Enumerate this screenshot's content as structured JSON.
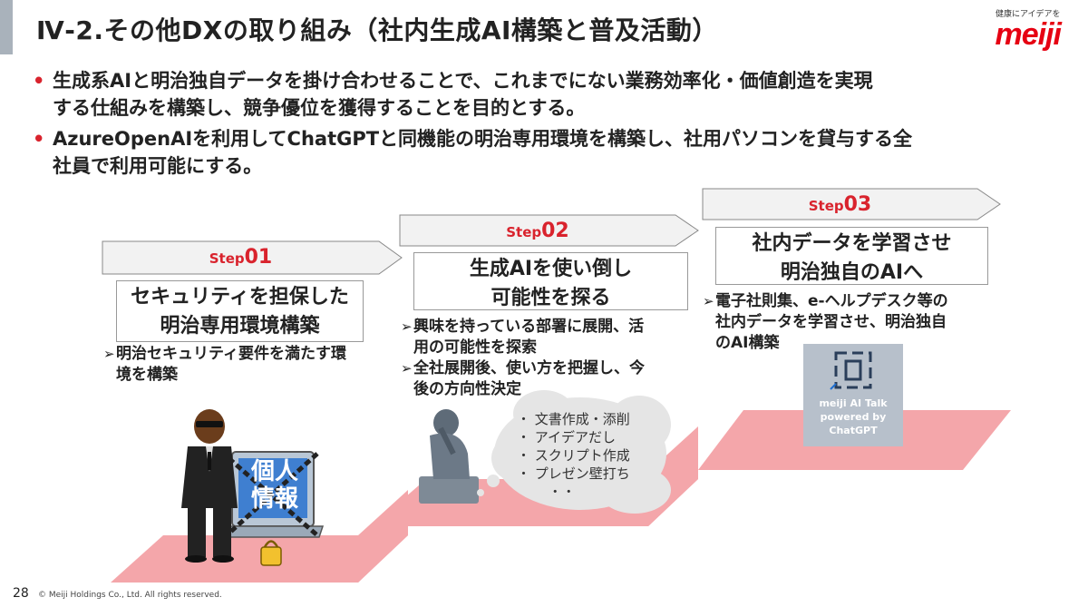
{
  "header": {
    "title": "Ⅳ-2.その他DXの取り組み（社内生成AI構築と普及活動）",
    "logo_tagline": "健康にアイデアを",
    "logo_text": "meiji"
  },
  "bullets": [
    {
      "lines": [
        "生成系AIと明治独自データを掛け合わせることで、これまでにない業務効率化・価値創造を実現",
        "する仕組みを構築し、競争優位を獲得することを目的とする。"
      ]
    },
    {
      "lines": [
        "AzureOpenAIを利用してChatGPTと同機能の明治専用環境を構築し、社用パソコンを貸与する全",
        "社員で利用可能にする。"
      ]
    }
  ],
  "steps": [
    {
      "step_word": "Step",
      "step_num": "01",
      "title_lines": [
        "セキュリティを担保した",
        "明治専用環境構築"
      ],
      "desc": [
        [
          "明治セキュリティ要件を満たす環",
          "境を構築"
        ]
      ]
    },
    {
      "step_word": "Step",
      "step_num": "02",
      "title_lines": [
        "生成AIを使い倒し",
        "可能性を探る"
      ],
      "desc": [
        [
          "興味を持っている部署に展開、活",
          "用の可能性を探索"
        ],
        [
          "全社展開後、使い方を把握し、今",
          "後の方向性決定"
        ]
      ]
    },
    {
      "step_word": "Step",
      "step_num": "03",
      "title_lines": [
        "社内データを学習させ",
        "明治独自のAIへ"
      ],
      "desc": [
        [
          "電子社則集、e-ヘルプデスク等の",
          "社内データを学習させ、明治独自",
          "のAI構築"
        ]
      ]
    }
  ],
  "thought_cloud": [
    "・ 文書作成・添削",
    "・ アイデアだし",
    "・ スクリプト作成",
    "・ プレゼン壁打ち",
    "　　 ・・"
  ],
  "lock_label": [
    "個人",
    "情報"
  ],
  "app_tile": [
    "meiji AI Talk",
    "powered by",
    "ChatGPT"
  ],
  "footer": {
    "page": "28",
    "copyright": "© Meiji Holdings Co., Ltd. All rights reserved."
  },
  "colors": {
    "accent_red": "#d9232d",
    "stair_pink": "#f4a6aa",
    "arrow_fill": "#f2f2f2",
    "title_bar": "#a9b2bb",
    "brand_red": "#e60012"
  }
}
